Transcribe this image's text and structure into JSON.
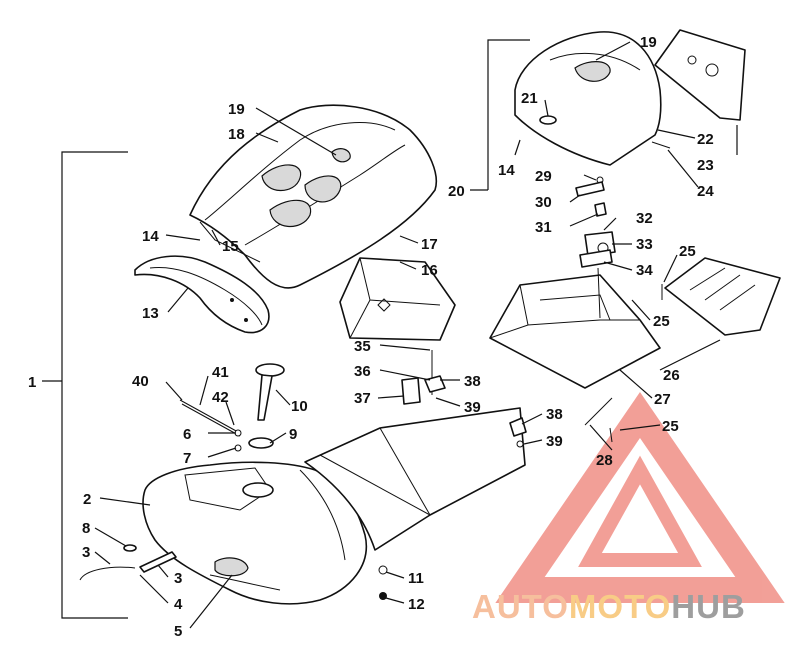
{
  "callouts": [
    {
      "id": "c1",
      "text": "1"
    },
    {
      "id": "c2",
      "text": "2"
    },
    {
      "id": "c3a",
      "text": "3"
    },
    {
      "id": "c3b",
      "text": "3"
    },
    {
      "id": "c4",
      "text": "4"
    },
    {
      "id": "c5",
      "text": "5"
    },
    {
      "id": "c6",
      "text": "6"
    },
    {
      "id": "c7",
      "text": "7"
    },
    {
      "id": "c8",
      "text": "8"
    },
    {
      "id": "c9",
      "text": "9"
    },
    {
      "id": "c10",
      "text": "10"
    },
    {
      "id": "c11",
      "text": "11"
    },
    {
      "id": "c12",
      "text": "12"
    },
    {
      "id": "c13",
      "text": "13"
    },
    {
      "id": "c14a",
      "text": "14"
    },
    {
      "id": "c14b",
      "text": "14"
    },
    {
      "id": "c15",
      "text": "15"
    },
    {
      "id": "c16",
      "text": "16"
    },
    {
      "id": "c17",
      "text": "17"
    },
    {
      "id": "c18",
      "text": "18"
    },
    {
      "id": "c19a",
      "text": "19"
    },
    {
      "id": "c19b",
      "text": "19"
    },
    {
      "id": "c20",
      "text": "20"
    },
    {
      "id": "c21",
      "text": "21"
    },
    {
      "id": "c22",
      "text": "22"
    },
    {
      "id": "c23",
      "text": "23"
    },
    {
      "id": "c24",
      "text": "24"
    },
    {
      "id": "c25a",
      "text": "25"
    },
    {
      "id": "c25b",
      "text": "25"
    },
    {
      "id": "c25c",
      "text": "25"
    },
    {
      "id": "c26",
      "text": "26"
    },
    {
      "id": "c27",
      "text": "27"
    },
    {
      "id": "c28",
      "text": "28"
    },
    {
      "id": "c29",
      "text": "29"
    },
    {
      "id": "c30",
      "text": "30"
    },
    {
      "id": "c31",
      "text": "31"
    },
    {
      "id": "c32",
      "text": "32"
    },
    {
      "id": "c33",
      "text": "33"
    },
    {
      "id": "c34",
      "text": "34"
    },
    {
      "id": "c35",
      "text": "35"
    },
    {
      "id": "c36",
      "text": "36"
    },
    {
      "id": "c37",
      "text": "37"
    },
    {
      "id": "c38a",
      "text": "38"
    },
    {
      "id": "c38b",
      "text": "38"
    },
    {
      "id": "c39a",
      "text": "39"
    },
    {
      "id": "c39b",
      "text": "39"
    },
    {
      "id": "c40",
      "text": "40"
    },
    {
      "id": "c41",
      "text": "41"
    },
    {
      "id": "c42",
      "text": "42"
    }
  ],
  "watermark": {
    "part1": "AUTO",
    "part2": "MOTO",
    "part3": "HUB",
    "color_primary": "#f4a58a",
    "color_secondary": "#f7c472",
    "color_tertiary": "#9a9a9a"
  }
}
